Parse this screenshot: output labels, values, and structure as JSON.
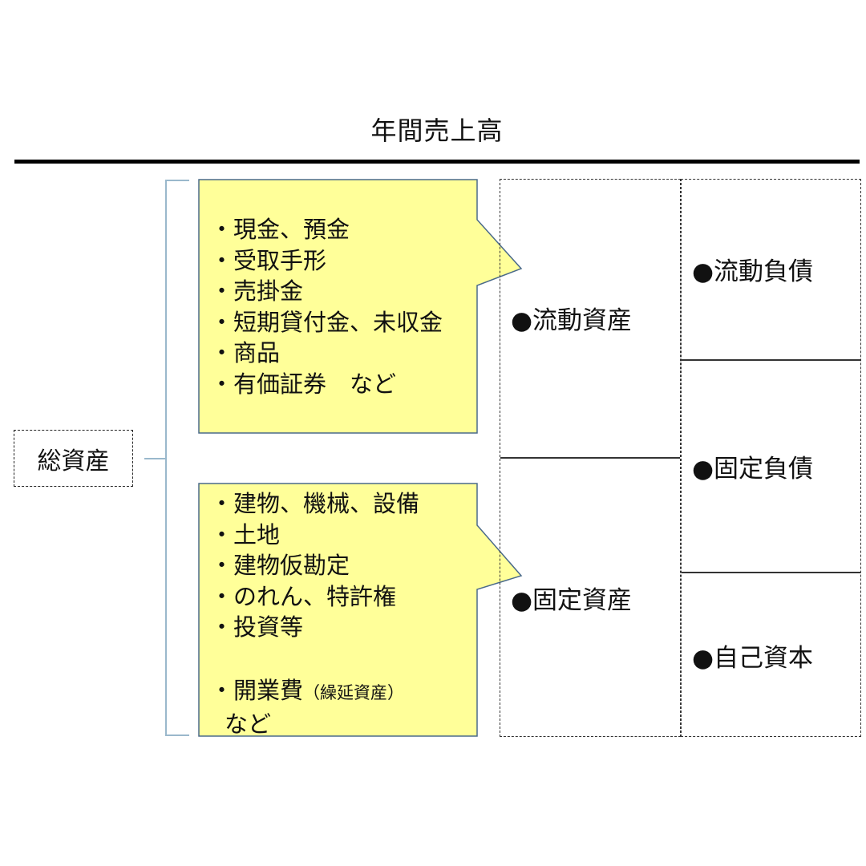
{
  "title": "年間売上高",
  "total_assets_label": "総資産",
  "current_assets_items": [
    "・現金、預金",
    "・受取手形",
    "・売掛金",
    "・短期貸付金、未収金",
    "・商品",
    "・有価証券　など"
  ],
  "fixed_assets_items": [
    "・建物、機械、設備",
    "・土地",
    "・建物仮勘定",
    "・のれん、特許権",
    "・投資等"
  ],
  "deferred_item": {
    "main": "・開業費",
    "paren": "（繰延資産）",
    "suffix": "など"
  },
  "assets": {
    "current": "●流動資産",
    "fixed": "●固定資産"
  },
  "liabilities": {
    "current": "●流動負債",
    "fixed": "●固定負債",
    "equity": "●自己資本"
  },
  "colors": {
    "callout_fill": "#ffff99",
    "callout_border": "#4a6a8a",
    "brace": "#9ab8cc"
  }
}
